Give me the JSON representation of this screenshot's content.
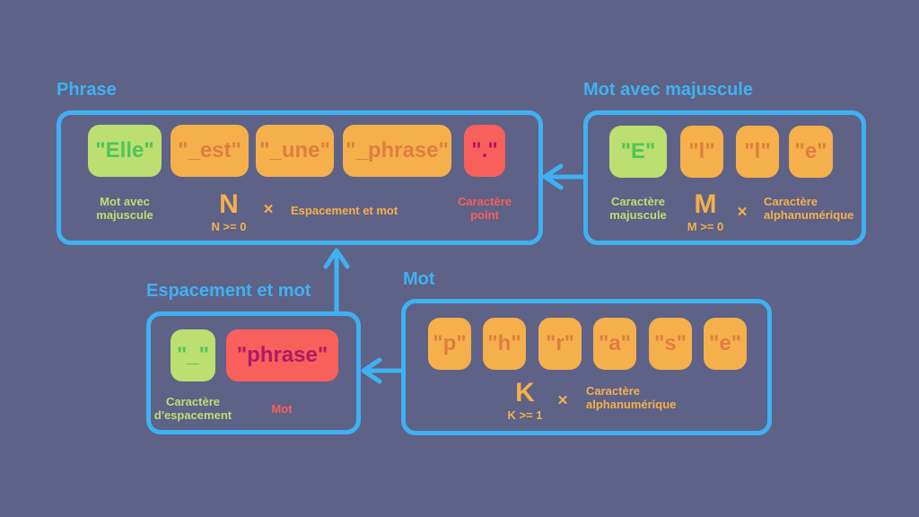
{
  "colors": {
    "background": "#5e6287",
    "accent": "#3fb1f2",
    "green_bg": "#bbdf70",
    "green_text": "#4ec45a",
    "orange_bg": "#f5b04c",
    "orange_text": "#e07e3e",
    "red_bg": "#f95f5b",
    "magenta_text": "#ae1a67"
  },
  "phrase": {
    "title": "Phrase",
    "tokens": [
      "\"Elle\"",
      "\"_est\"",
      "\"_une\"",
      "\"_phrase\"",
      "\".\""
    ],
    "first_label_line1": "Mot avec",
    "first_label_line2": "majuscule",
    "repeat_letter": "N",
    "repeat_constraint": "N >= 0",
    "times": "×",
    "repeat_label": "Espacement et mot",
    "last_label_line1": "Caractère",
    "last_label_line2": "point"
  },
  "mot_avec_majuscule": {
    "title": "Mot avec majuscule",
    "tokens": [
      "\"E\"",
      "\"l\"",
      "\"l\"",
      "\"e\""
    ],
    "first_label_line1": "Caractère",
    "first_label_line2": "majuscule",
    "repeat_letter": "M",
    "repeat_constraint": "M >= 0",
    "times": "×",
    "repeat_label_line1": "Caractère",
    "repeat_label_line2": "alphanumérique"
  },
  "espacement_et_mot": {
    "title": "Espacement et mot",
    "tokens": [
      "\"_\"",
      "\"phrase\""
    ],
    "first_label_line1": "Caractère",
    "first_label_line2": "d'espacement",
    "second_label": "Mot"
  },
  "mot": {
    "title": "Mot",
    "tokens": [
      "\"p\"",
      "\"h\"",
      "\"r\"",
      "\"a\"",
      "\"s\"",
      "\"e\""
    ],
    "repeat_letter": "K",
    "repeat_constraint": "K >= 1",
    "times": "×",
    "repeat_label_line1": "Caractère",
    "repeat_label_line2": "alphanumérique"
  }
}
